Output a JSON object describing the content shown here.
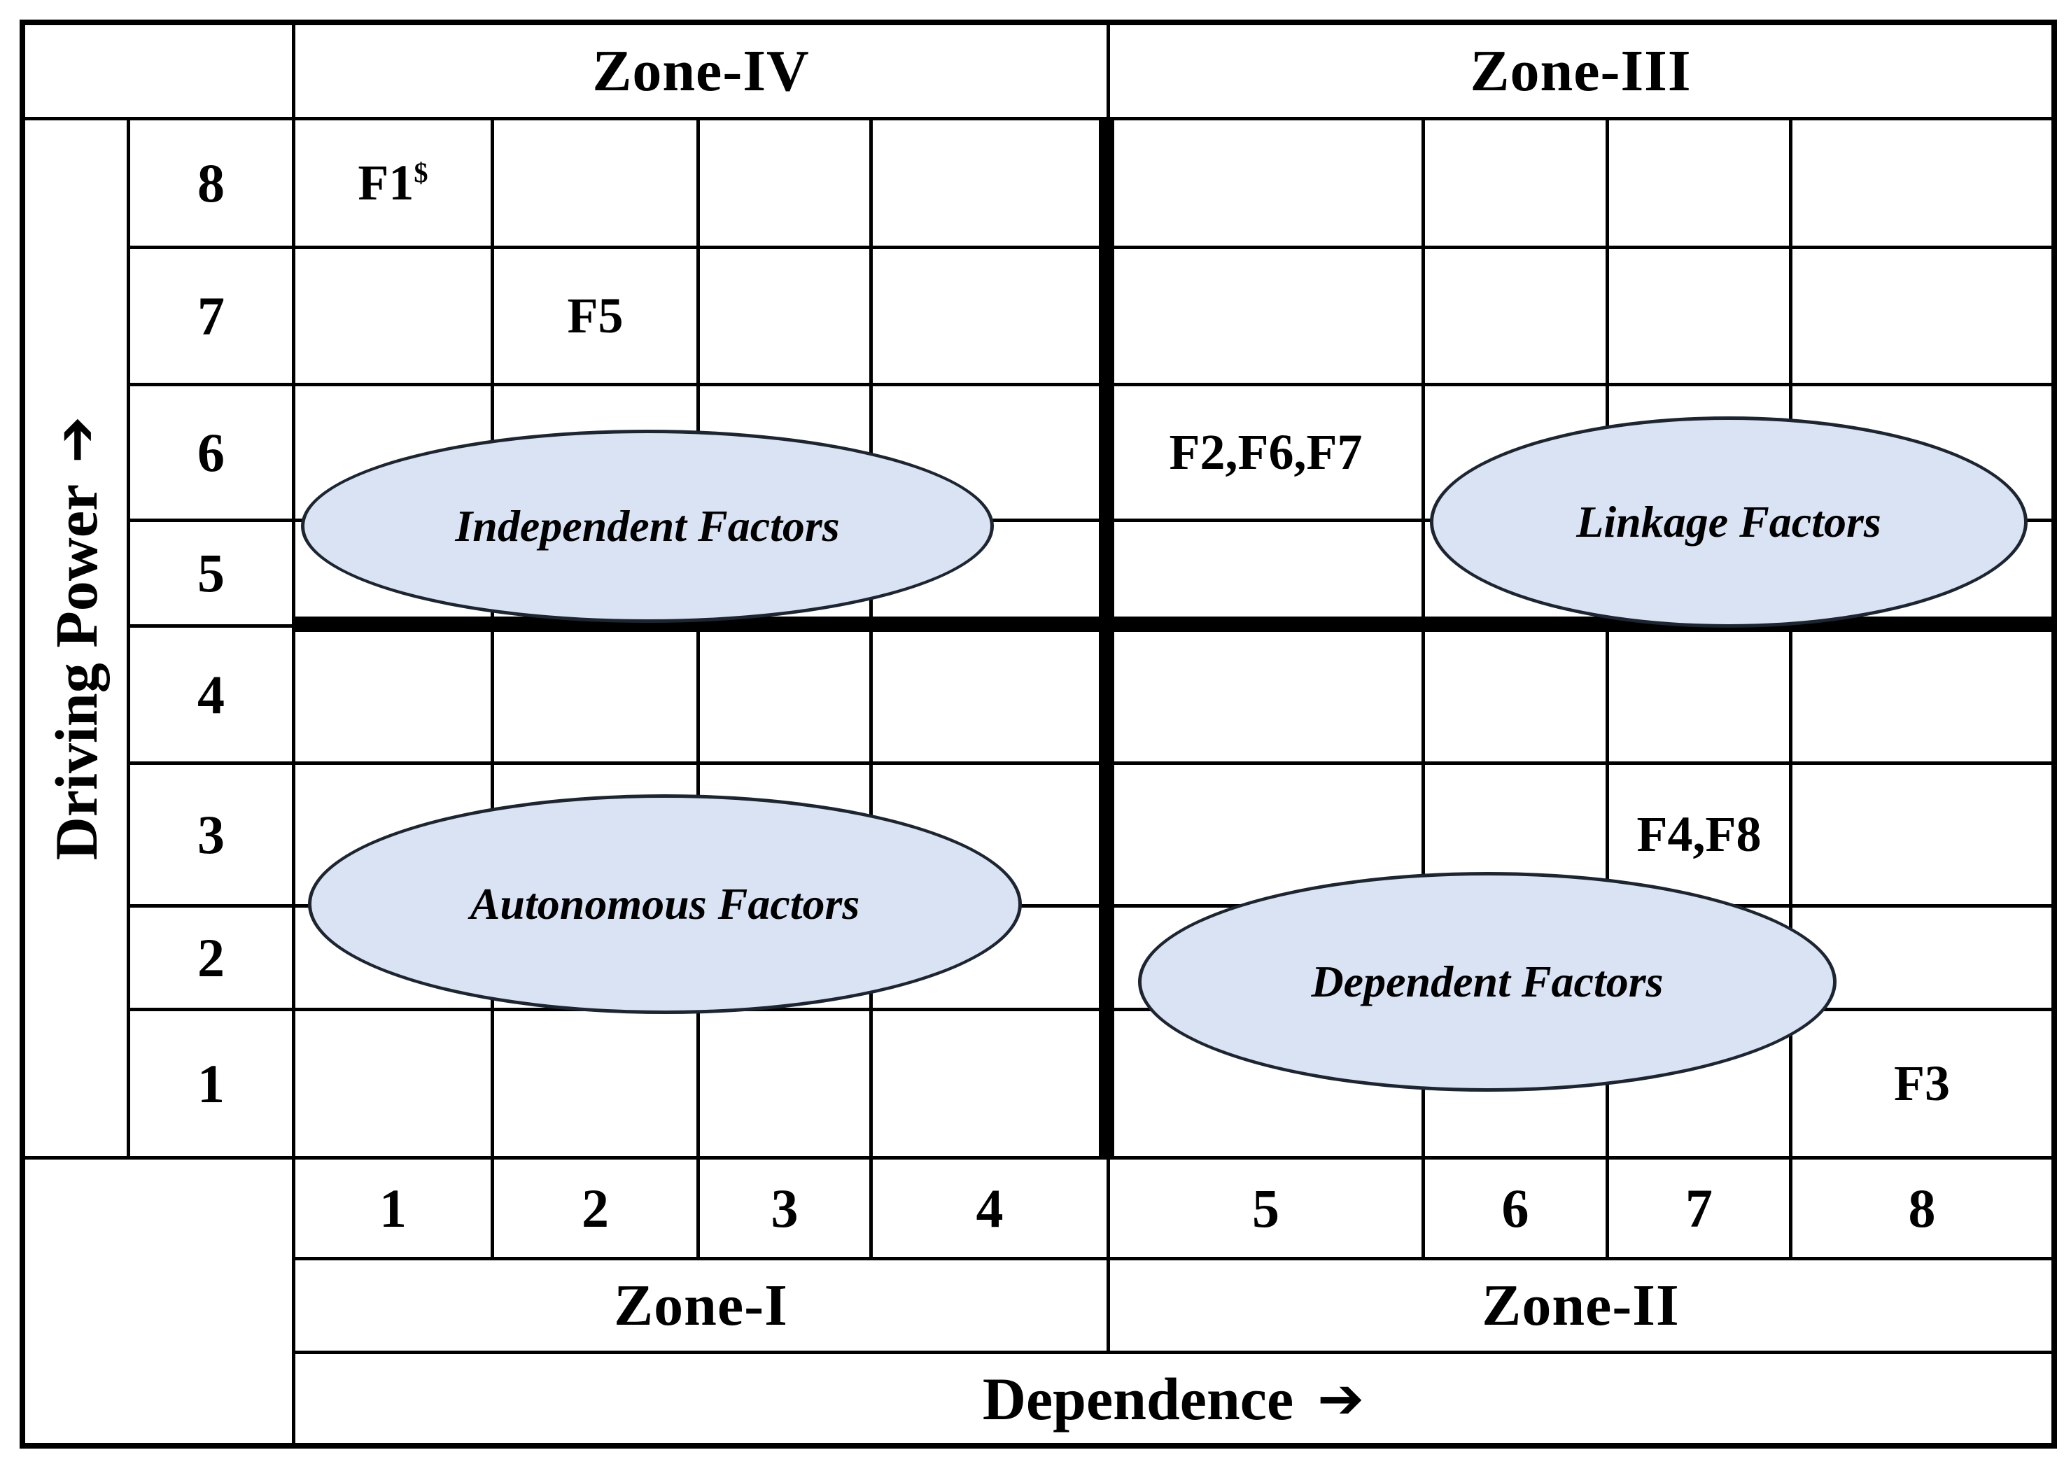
{
  "header": {
    "zone_top_left": "Zone-IV",
    "zone_top_right": "Zone-III"
  },
  "footer": {
    "zone_bottom_left": "Zone-I",
    "zone_bottom_right": "Zone-II",
    "x_axis_label": "Dependence",
    "x_axis_arrow": "➔"
  },
  "y_axis": {
    "label": "Driving Power",
    "arrow": "➔",
    "ticks": [
      "8",
      "7",
      "6",
      "5",
      "4",
      "3",
      "2",
      "1"
    ]
  },
  "x_axis": {
    "ticks": [
      "1",
      "2",
      "3",
      "4",
      "5",
      "6",
      "7",
      "8"
    ]
  },
  "factors": [
    {
      "label": "F1",
      "sup": "$",
      "dependence": 1,
      "driving_power": 8
    },
    {
      "label": "F5",
      "sup": "",
      "dependence": 2,
      "driving_power": 7
    },
    {
      "label": "F2,F6,F7",
      "sup": "",
      "dependence": 5,
      "driving_power": 6
    },
    {
      "label": "F4,F8",
      "sup": "",
      "dependence": 7,
      "driving_power": 3
    },
    {
      "label": "F3",
      "sup": "",
      "dependence": 8,
      "driving_power": 1
    }
  ],
  "ellipses": [
    {
      "label": "Independent Factors",
      "quadrant": "top-left"
    },
    {
      "label": "Linkage Factors",
      "quadrant": "top-right"
    },
    {
      "label": "Autonomous Factors",
      "quadrant": "bottom-left"
    },
    {
      "label": "Dependent Factors",
      "quadrant": "bottom-right"
    }
  ],
  "colors": {
    "ellipse_fill": "#dae3f3",
    "ellipse_border": "#1d2531",
    "grid_line": "#000000"
  },
  "chart_data": {
    "type": "scatter",
    "title": "",
    "xlabel": "Dependence",
    "ylabel": "Driving Power",
    "xlim": [
      0,
      8
    ],
    "ylim": [
      0,
      8
    ],
    "x_ticks": [
      1,
      2,
      3,
      4,
      5,
      6,
      7,
      8
    ],
    "y_ticks": [
      1,
      2,
      3,
      4,
      5,
      6,
      7,
      8
    ],
    "grid": true,
    "points": [
      {
        "label": "F1$",
        "x": 1,
        "y": 8
      },
      {
        "label": "F5",
        "x": 2,
        "y": 7
      },
      {
        "label": "F2",
        "x": 5,
        "y": 6
      },
      {
        "label": "F6",
        "x": 5,
        "y": 6
      },
      {
        "label": "F7",
        "x": 5,
        "y": 6
      },
      {
        "label": "F4",
        "x": 7,
        "y": 3
      },
      {
        "label": "F8",
        "x": 7,
        "y": 3
      },
      {
        "label": "F3",
        "x": 8,
        "y": 1
      }
    ],
    "quadrants": [
      {
        "zone": "Zone-I",
        "name": "Autonomous Factors",
        "position": "bottom-left",
        "x_range": [
          0,
          4
        ],
        "y_range": [
          0,
          4
        ]
      },
      {
        "zone": "Zone-II",
        "name": "Dependent Factors",
        "position": "bottom-right",
        "x_range": [
          4,
          8
        ],
        "y_range": [
          0,
          4
        ]
      },
      {
        "zone": "Zone-III",
        "name": "Linkage Factors",
        "position": "top-right",
        "x_range": [
          4,
          8
        ],
        "y_range": [
          4,
          8
        ]
      },
      {
        "zone": "Zone-IV",
        "name": "Independent Factors",
        "position": "top-left",
        "x_range": [
          0,
          4
        ],
        "y_range": [
          4,
          8
        ]
      }
    ]
  }
}
